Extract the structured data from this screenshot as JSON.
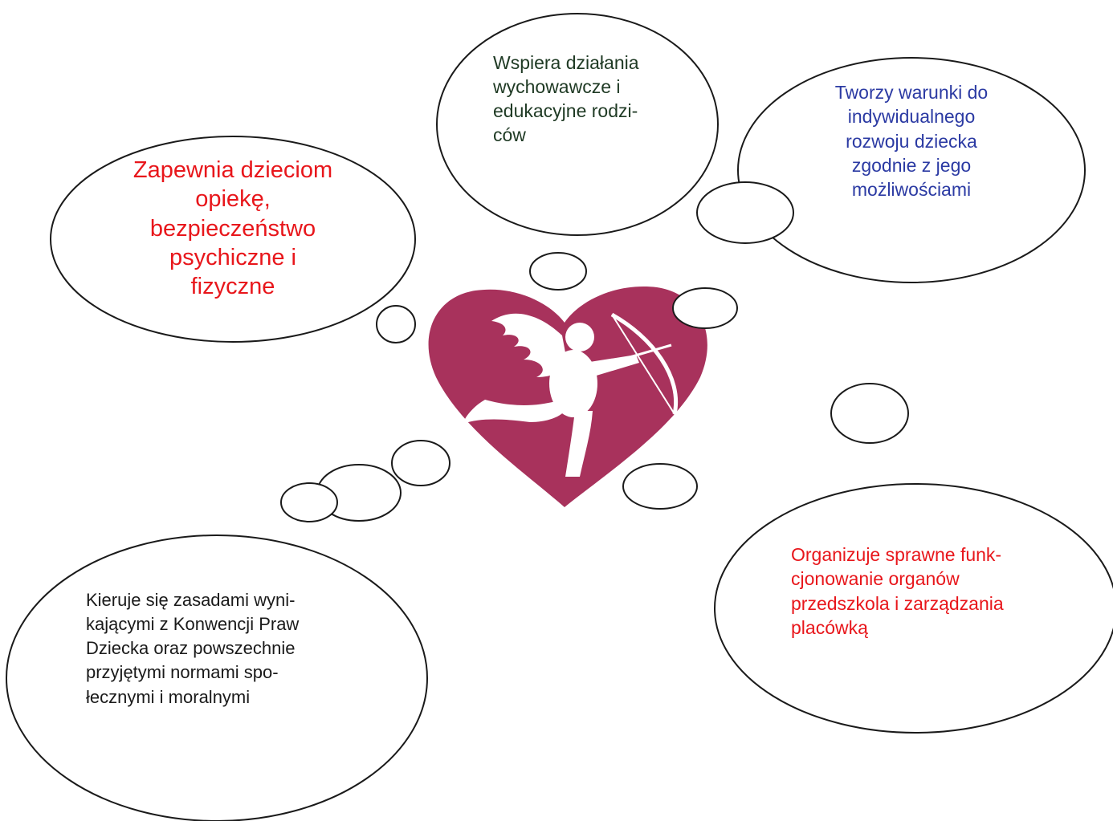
{
  "colors": {
    "red": "#e8161b",
    "dark_green": "#1f3a24",
    "blue": "#2b3aa3",
    "black": "#1a1a1a",
    "heart": "#a8325c",
    "outline": "#1a1a1a"
  },
  "bubbles": {
    "top_left": {
      "lines": [
        "Zapewnia dzieciom",
        "opiekę,",
        "bezpieczeństwo",
        "psychiczne i",
        "fizyczne"
      ]
    },
    "top_center": {
      "lines": [
        "Wspiera działania",
        "wychowawcze i",
        "edukacyjne rodzi-",
        "ców"
      ]
    },
    "top_right": {
      "lines": [
        "Tworzy warunki do",
        "indywidualnego",
        "rozwoju dziecka",
        "zgodnie z jego",
        "możliwościami"
      ]
    },
    "bottom_left": {
      "lines": [
        "Kieruje się zasadami wyni-",
        "kającymi z Konwencji Praw",
        "Dziecka oraz powszechnie",
        "przyjętymi normami spo-",
        "łecznymi i moralnymi"
      ]
    },
    "bottom_right": {
      "lines": [
        "Organizuje sprawne funk-",
        "cjonowanie organów",
        "przedszkola i zarządzania",
        "placówką"
      ]
    }
  },
  "center_image": {
    "icon": "heart-with-cupid-icon"
  }
}
